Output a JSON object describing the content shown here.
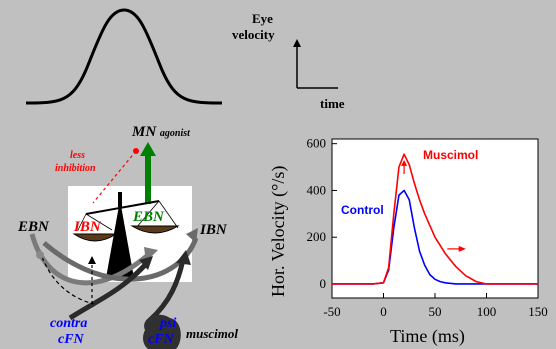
{
  "top_left": {
    "curve_name": "bell-shaped velocity profile"
  },
  "axes_icon": {
    "ylabel_line1": "Eye",
    "ylabel_line2": "velocity",
    "xlabel": "time"
  },
  "diagram": {
    "mn_label": "MN",
    "mn_sub": "agonist",
    "less_line1": "less",
    "less_line2": "inhibition",
    "ibn_inner": "IBN",
    "ebn_inner": "EBN",
    "ebn_outer": "EBN",
    "ibn_outer": "IBN",
    "contra_line1": "contra",
    "contra_line2": "cFN",
    "ipsi_partial_1": "psi",
    "ipsi_partial_2": "cFN",
    "muscimol_label": "muscimol"
  },
  "colors": {
    "background": "#c0c0c0",
    "red": "#ff0000",
    "green": "#008000",
    "blue": "#0000ff",
    "dark": "#202020"
  },
  "chart_data": {
    "type": "line",
    "xlabel": "Time (ms)",
    "ylabel": "Hor. Velocity (°/s)",
    "xlim": [
      -50,
      150
    ],
    "ylim": [
      -60,
      620
    ],
    "xticks": [
      -50,
      0,
      50,
      100,
      150
    ],
    "yticks": [
      0,
      200,
      400,
      600
    ],
    "series": [
      {
        "name": "Control",
        "color": "#0000ff",
        "x": [
          -50,
          -10,
          0,
          5,
          10,
          15,
          20,
          25,
          30,
          35,
          40,
          45,
          50,
          55,
          60,
          70,
          80,
          100,
          150
        ],
        "y": [
          0,
          0,
          5,
          60,
          240,
          380,
          400,
          360,
          240,
          140,
          80,
          40,
          20,
          10,
          5,
          0,
          0,
          0,
          0
        ]
      },
      {
        "name": "Muscimol",
        "color": "#ff0000",
        "x": [
          -50,
          -10,
          0,
          5,
          10,
          15,
          20,
          25,
          30,
          35,
          40,
          45,
          50,
          60,
          70,
          80,
          90,
          100,
          150
        ],
        "y": [
          0,
          0,
          5,
          70,
          300,
          500,
          555,
          510,
          430,
          360,
          300,
          250,
          200,
          130,
          75,
          35,
          10,
          0,
          0
        ]
      }
    ],
    "legend_labels": [
      "Control",
      "Muscimol"
    ],
    "grid": false
  }
}
